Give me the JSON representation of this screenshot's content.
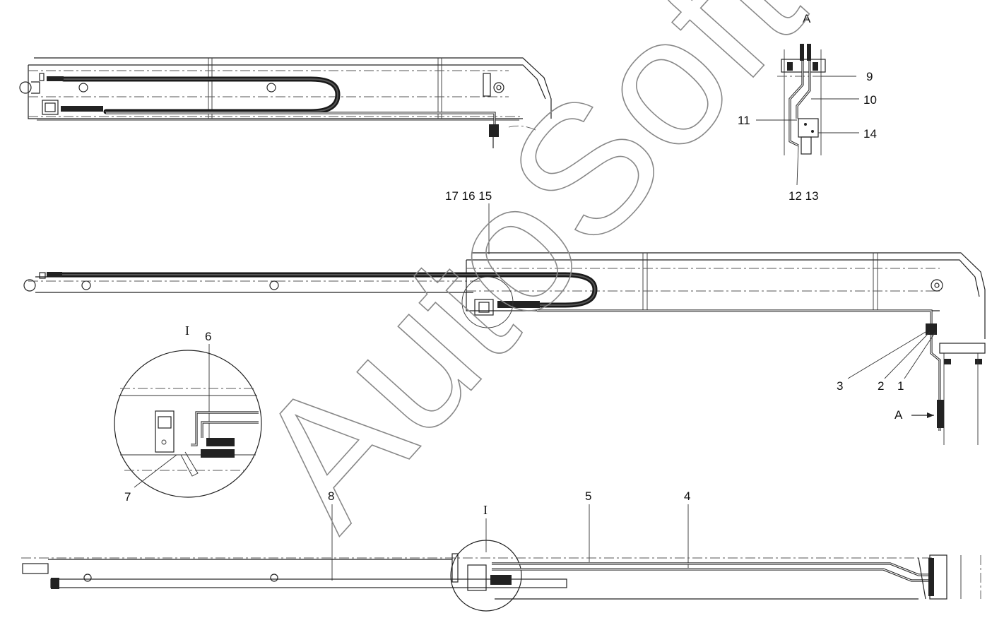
{
  "view_labels": {
    "view_a_top": "A",
    "view_a_arrow": "A",
    "detail_i_left": "I",
    "detail_i_bottom": "I"
  },
  "callouts": {
    "c1": "1",
    "c2": "2",
    "c3": "3",
    "c4": "4",
    "c5": "5",
    "c6": "6",
    "c7": "7",
    "c8": "8",
    "c9": "9",
    "c10": "10",
    "c11": "11",
    "c12_13": "12 13",
    "c14": "14",
    "c15_17": "17 16 15"
  },
  "watermark": {
    "text": "AutoSoft"
  },
  "colors": {
    "line": "#222222",
    "watermark_outline": "#888888",
    "background": "#ffffff"
  }
}
